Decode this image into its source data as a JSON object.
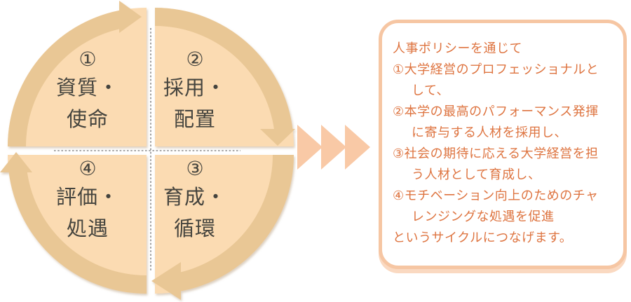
{
  "diagram": {
    "quadrants": [
      {
        "num": "①",
        "line1": "資質・",
        "line2": "使命"
      },
      {
        "num": "②",
        "line1": "採用・",
        "line2": "配置"
      },
      {
        "num": "③",
        "line1": "育成・",
        "line2": "循環"
      },
      {
        "num": "④",
        "line1": "評価・",
        "line2": "処遇"
      }
    ],
    "direction": "clockwise"
  },
  "callout": {
    "lines": [
      "人事ポリシーを通じて",
      "①大学経営のプロフェッショナルと",
      "して、",
      "②本学の最高のパフォーマンス発揮",
      "に寄与する人材を採用し、",
      "③社会の期待に応える大学経営を担",
      "う人材として育成し、",
      "④モチベーション向上のためのチャ",
      "レンジングな処遇を促進",
      "というサイクルにつなげます。"
    ]
  },
  "colors": {
    "quadrant_fill": "#FBDBB2",
    "arrow_band": "#E9C795",
    "chevron": "#F9C9A6",
    "callout_border": "#F6C6A3",
    "callout_shadow": "#FAD9C1",
    "callout_text": "#DE7440",
    "quadrant_text": "#45443E",
    "dotted_divider": "#8C8C8C"
  }
}
